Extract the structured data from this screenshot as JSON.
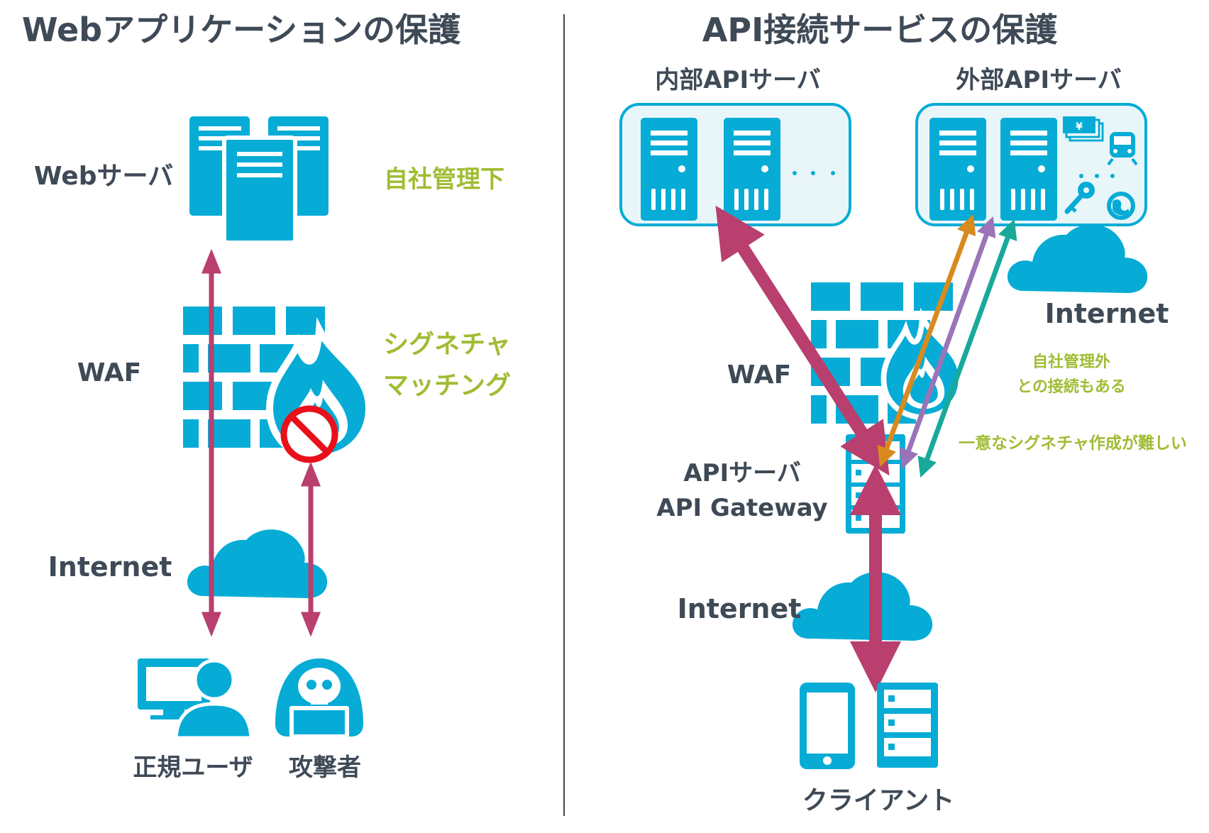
{
  "colors": {
    "dark": "#3F4A57",
    "blue": "#06ACD6",
    "pale": "#E8F6FA",
    "green": "#A0BC33",
    "magenta": "#B83F6E",
    "red": "#E8101A",
    "orange": "#D98A1F",
    "purple": "#9B74B8",
    "teal": "#18A99A"
  },
  "left": {
    "title": "Webアプリケーションの保護",
    "web_server": "Webサーバ",
    "self_managed": "自社管理下",
    "waf": "WAF",
    "signature_1": "シグネチャ",
    "signature_2": "マッチング",
    "internet": "Internet",
    "legit_user": "正規ユーザ",
    "attacker": "攻撃者"
  },
  "right": {
    "title": "API接続サービスの保護",
    "internal_api": "内部APIサーバ",
    "external_api": "外部APIサーバ",
    "internet_top": "Internet",
    "outside_1": "自社管理外",
    "outside_2": "との接続もある",
    "waf": "WAF",
    "hard_signature": "一意なシグネチャ作成が難しい",
    "api_server": "APIサーバ",
    "api_gateway": "API Gateway",
    "internet_bottom": "Internet",
    "client": "クライアント",
    "yen": "¥"
  }
}
